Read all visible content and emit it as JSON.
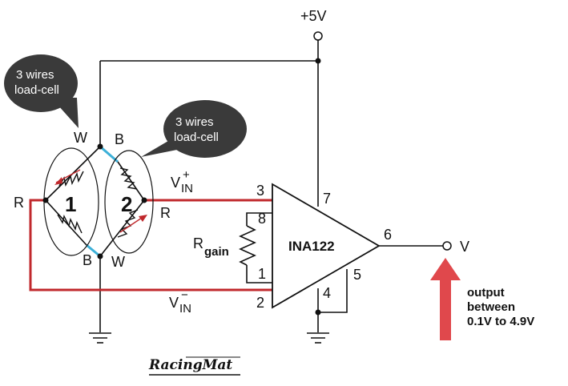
{
  "supply": {
    "label": "+5V"
  },
  "bubbles": [
    {
      "line1": "3 wires",
      "line2": "load-cell"
    },
    {
      "line1": "3 wires",
      "line2": "load-cell"
    }
  ],
  "load_cells": [
    {
      "number": "1"
    },
    {
      "number": "2"
    }
  ],
  "terminals": {
    "w_top": "W",
    "b_top": "B",
    "r_left": "R",
    "r_right": "R",
    "b_bottom": "B",
    "w_bottom": "W"
  },
  "inputs": {
    "vin_plus": {
      "base": "V",
      "sub": "IN",
      "sup": "+"
    },
    "vin_minus": {
      "base": "V",
      "sub": "IN",
      "sup": "−"
    }
  },
  "resistor": {
    "base": "R",
    "sub": "gain"
  },
  "amplifier": {
    "name": "INA122",
    "pins": {
      "p1": "1",
      "p2": "2",
      "p3": "3",
      "p4": "4",
      "p5": "5",
      "p6": "6",
      "p7": "7",
      "p8": "8"
    }
  },
  "output": {
    "label": "V"
  },
  "annotation": {
    "lines": [
      "output",
      "between",
      "0.1V to 4.9V"
    ],
    "arrow_color": "#e0484c"
  },
  "colors": {
    "wire_red": "#c0282c",
    "wire_blue": "#3cb0d8",
    "bubble": "#3a3a3a"
  },
  "logo": {
    "text": "RacingMat"
  }
}
